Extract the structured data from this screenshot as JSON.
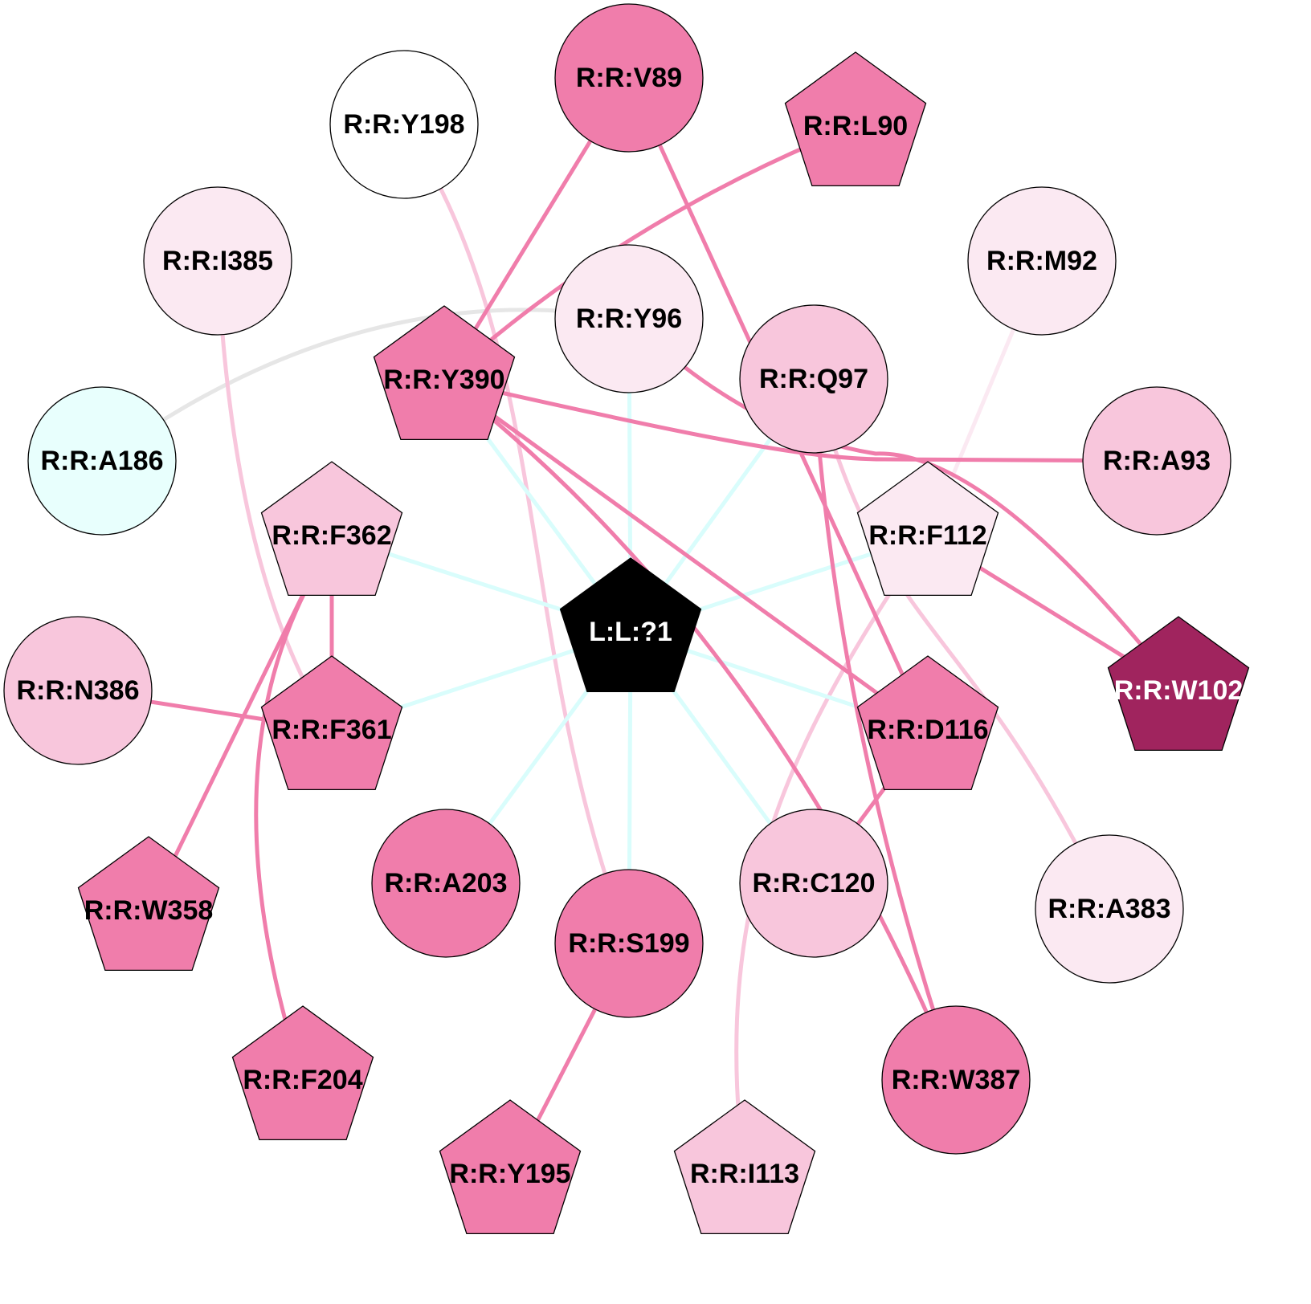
{
  "colors": {
    "strong": "#f07dab",
    "medium": "#f8c6dc",
    "weak": "#fbe9f2",
    "ligand": "#000000",
    "hub": "#a0245e",
    "cyan": "#e8fffd",
    "white": "#ffffff"
  },
  "nodes": {
    "L1": "L:L:?1",
    "V89": "R:R:V89",
    "Y198": "R:R:Y198",
    "L90": "R:R:L90",
    "I385": "R:R:I385",
    "M92": "R:R:M92",
    "Y96": "R:R:Y96",
    "Y390": "R:R:Y390",
    "Q97": "R:R:Q97",
    "A186": "R:R:A186",
    "A93": "R:R:A93",
    "F362": "R:R:F362",
    "F112": "R:R:F112",
    "N386": "R:R:N386",
    "F361": "R:R:F361",
    "D116": "R:R:D116",
    "W102": "R:R:W102",
    "W358": "R:R:W358",
    "A203": "R:R:A203",
    "S199": "R:R:S199",
    "C120": "R:R:C120",
    "A383": "R:R:A383",
    "F204": "R:R:F204",
    "W387": "R:R:W387",
    "Y195": "R:R:Y195",
    "I113": "R:R:I113"
  }
}
